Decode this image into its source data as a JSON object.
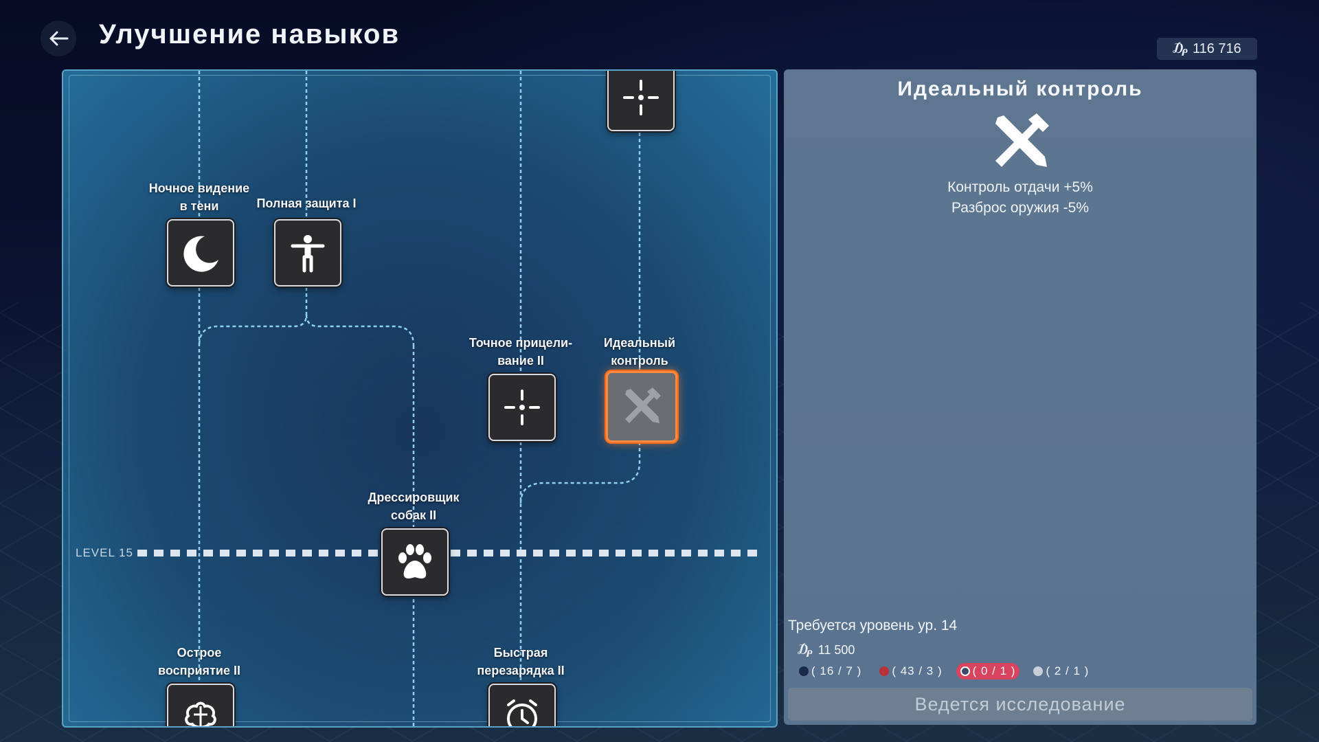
{
  "header": {
    "title": "Улучшение навыков",
    "currency": "116 716",
    "currency_symbol": "₯"
  },
  "tree": {
    "level_marker": "LEVEL 15",
    "nodes": [
      {
        "id": "night-vision",
        "label_line1": "Ночное видение",
        "label_line2": "в тени",
        "icon": "moon-icon"
      },
      {
        "id": "full-protection",
        "label_line1": "Полная защита I",
        "label_line2": "",
        "icon": "person-icon"
      },
      {
        "id": "precise-aim",
        "label_line1": "Точное прицели-",
        "label_line2": "вание II",
        "icon": "crosshair-icon"
      },
      {
        "id": "ideal-control",
        "label_line1": "Идеальный",
        "label_line2": "контроль",
        "icon": "tools-icon",
        "selected": true
      },
      {
        "id": "dog-trainer",
        "label_line1": "Дрессировщик",
        "label_line2": "собак II",
        "icon": "paw-icon"
      },
      {
        "id": "sharp-perception",
        "label_line1": "Острое",
        "label_line2": "восприятие II",
        "icon": "brain-icon"
      },
      {
        "id": "fast-reload",
        "label_line1": "Быстрая",
        "label_line2": "перезарядка II",
        "icon": "clock-icon"
      },
      {
        "id": "top-crosshair",
        "label_line1": "",
        "label_line2": "",
        "icon": "crosshair-icon"
      }
    ]
  },
  "detail": {
    "title": "Идеальный контроль",
    "icon": "tools-icon",
    "effects": [
      "Контроль отдачи +5%",
      "Разброс оружия -5%"
    ],
    "requirement": "Требуется уровень ур. 14",
    "cost": "11 500",
    "resources": [
      {
        "text": "( 16 / 7 )",
        "color": "#1c2a4a",
        "missing": false
      },
      {
        "text": "( 43 / 3 )",
        "color": "#b8323a",
        "missing": false
      },
      {
        "text": "( 0 / 1 )",
        "color": "#3a4a66",
        "missing": true
      },
      {
        "text": "( 2 / 1 )",
        "color": "#c9cfd8",
        "missing": false
      }
    ],
    "button_label": "Ведется исследование"
  },
  "colors": {
    "accent_selected": "#ff8a3d",
    "missing_resource": "#d8435e"
  }
}
